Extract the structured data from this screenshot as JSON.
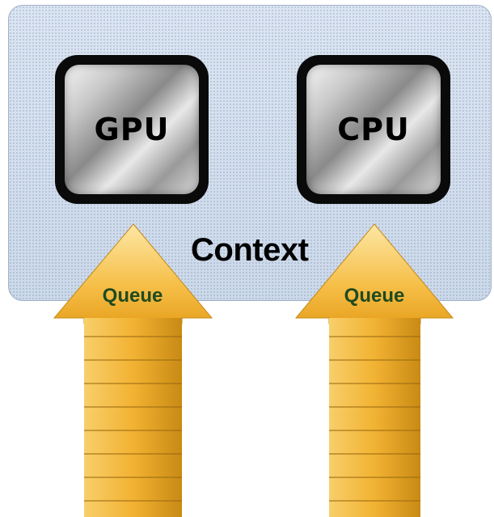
{
  "context": {
    "label": "Context",
    "colors": {
      "panel": "#d4dfee",
      "border": "#9fb1c8"
    }
  },
  "chips": [
    {
      "label": "GPU"
    },
    {
      "label": "CPU"
    }
  ],
  "queues": [
    {
      "label": "Queue",
      "target": "GPU"
    },
    {
      "label": "Queue",
      "target": "CPU"
    }
  ],
  "colors": {
    "queue_arrow": "#f5b52a",
    "queue_label": "#1f4a1f",
    "chip_border": "#0a0a0a"
  }
}
